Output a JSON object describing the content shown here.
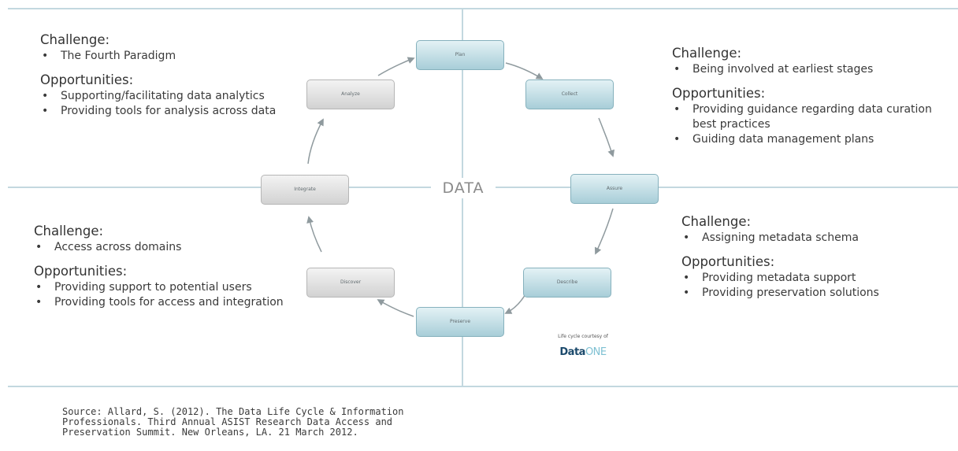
{
  "center_label": "DATA",
  "stages": {
    "plan": "Plan",
    "collect": "Collect",
    "assure": "Assure",
    "describe": "Describe",
    "preserve": "Preserve",
    "discover": "Discover",
    "integrate": "Integrate",
    "analyze": "Analyze"
  },
  "quadrants": {
    "top_left": {
      "challenge_heading": "Challenge:",
      "challenges": [
        "The Fourth Paradigm"
      ],
      "opportunities_heading": "Opportunities:",
      "opportunities": [
        "Supporting/facilitating data analytics",
        "Providing tools for analysis across data"
      ]
    },
    "top_right": {
      "challenge_heading": "Challenge:",
      "challenges": [
        "Being involved at earliest stages"
      ],
      "opportunities_heading": "Opportunities:",
      "opportunities": [
        "Providing guidance regarding data curation best practices",
        "Guiding data management plans"
      ]
    },
    "bottom_left": {
      "challenge_heading": "Challenge:",
      "challenges": [
        "Access across domains"
      ],
      "opportunities_heading": "Opportunities:",
      "opportunities": [
        "Providing support to potential users",
        "Providing tools for access and integration"
      ]
    },
    "bottom_right": {
      "challenge_heading": "Challenge:",
      "challenges": [
        "Assigning metadata schema"
      ],
      "opportunities_heading": "Opportunities:",
      "opportunities": [
        "Providing metadata support",
        "Providing preservation solutions"
      ]
    }
  },
  "courtesy": "Life cycle courtesy of",
  "logo": {
    "part1": "Data",
    "part2": "ONE"
  },
  "source": "Source: Allard, S. (2012). The Data Life Cycle & Information\nProfessionals. Third Annual ASIST Research Data Access and\nPreservation Summit.  New Orleans, LA.  21 March 2012."
}
